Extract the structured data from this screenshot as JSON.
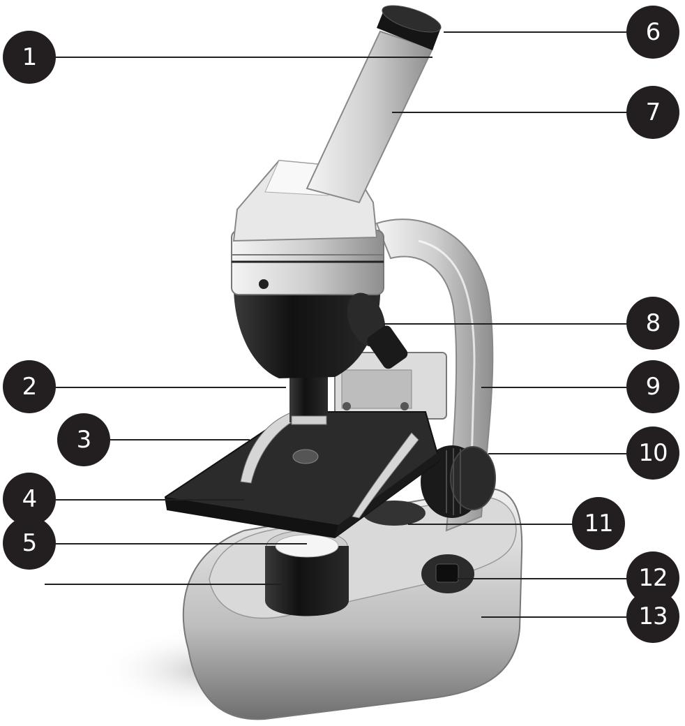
{
  "diagram": {
    "markers": [
      {
        "id": "m1",
        "label": "1"
      },
      {
        "id": "m2",
        "label": "2"
      },
      {
        "id": "m3",
        "label": "3"
      },
      {
        "id": "m4",
        "label": "4"
      },
      {
        "id": "m5",
        "label": "5"
      },
      {
        "id": "m6",
        "label": "6"
      },
      {
        "id": "m7",
        "label": "7"
      },
      {
        "id": "m8",
        "label": "8"
      },
      {
        "id": "m9",
        "label": "9"
      },
      {
        "id": "m10",
        "label": "10"
      },
      {
        "id": "m11",
        "label": "11"
      },
      {
        "id": "m12",
        "label": "12"
      },
      {
        "id": "m13",
        "label": "13"
      }
    ],
    "colors": {
      "marker_fill": "#231f20",
      "marker_text": "#ffffff",
      "leader_line": "#231f20",
      "metal_light": "#e6e6e6",
      "metal_dark": "#8c8c8c",
      "black_part": "#1c1c1c"
    }
  }
}
